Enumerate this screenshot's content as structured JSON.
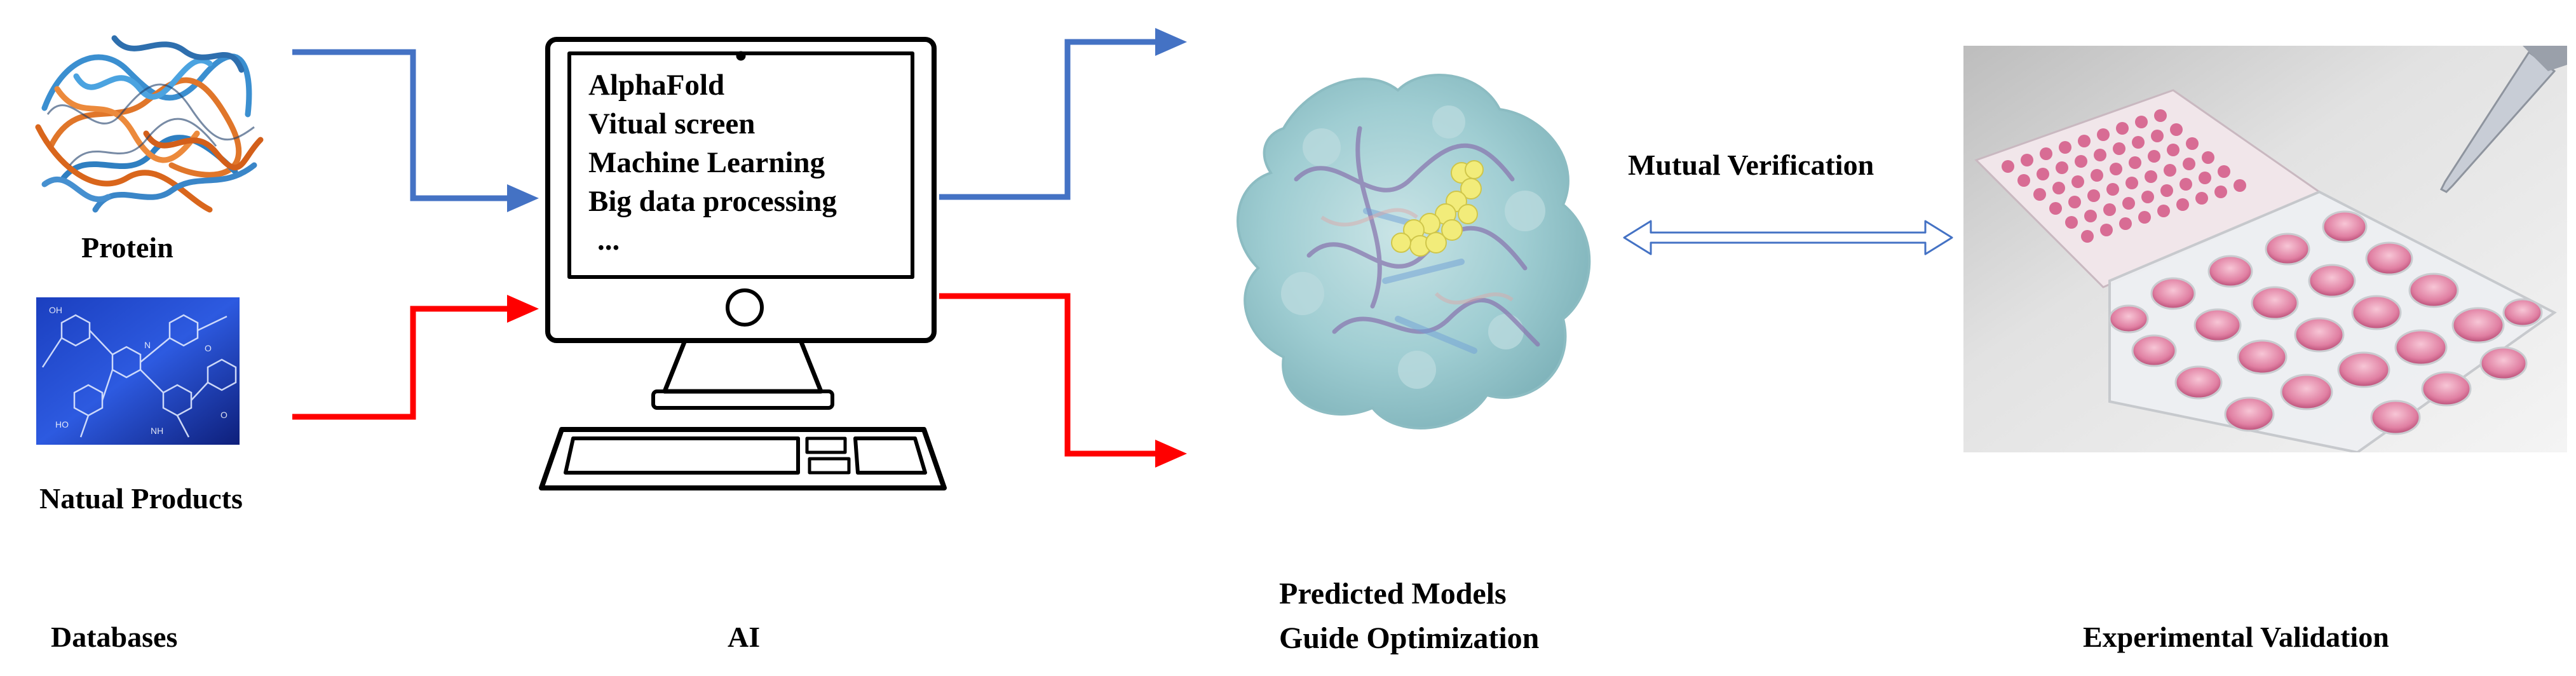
{
  "databases": {
    "protein_label": "Protein",
    "natural_products_label": "Natual Products",
    "stage_label": "Databases"
  },
  "ai": {
    "screen_lines": [
      "AlphaFold",
      "Vitual screen",
      "Machine Learning",
      "Big data processing",
      "..."
    ],
    "stage_label": "AI"
  },
  "predicted": {
    "stage_label_line1": "Predicted Models",
    "stage_label_line2": "Guide Optimization"
  },
  "verification": {
    "label": "Mutual Verification"
  },
  "experimental": {
    "stage_label": "Experimental Validation"
  },
  "colors": {
    "blue_arrow": "#4472c4",
    "red_arrow": "#ff0000",
    "double_arrow": "#4472c4"
  },
  "icons": [
    "protein-structure-image",
    "chemical-structures-image",
    "computer-monitor-icon",
    "keyboard-icon",
    "protein-surface-model-image",
    "well-plates-photo"
  ]
}
